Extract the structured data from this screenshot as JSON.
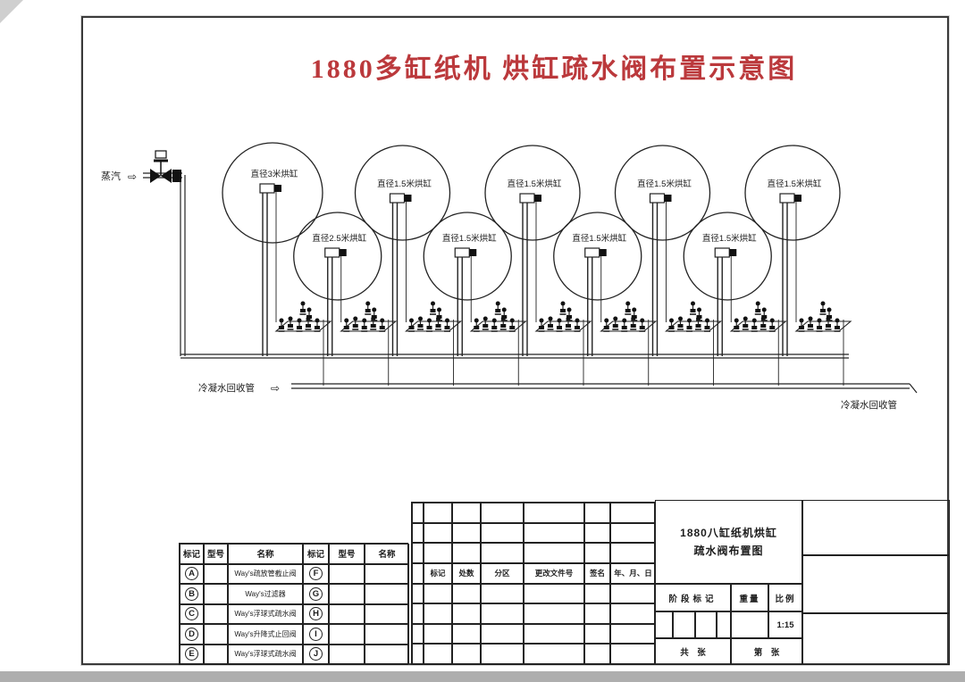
{
  "title": "1880多缸纸机 烘缸疏水阀布置示意图",
  "diagram": {
    "steam_label": "蒸汽",
    "steam_arrow": "⇨",
    "condensate_label_left": "冷凝水回收管",
    "condensate_arrow_left": "⇨",
    "condensate_label_right": "冷凝水回收管",
    "cylinders": [
      {
        "label": "直径3米烘缸",
        "row": "top"
      },
      {
        "label": "直径2.5米烘缸",
        "row": "bottom"
      },
      {
        "label": "直径1.5米烘缸",
        "row": "top"
      },
      {
        "label": "直径1.5米烘缸",
        "row": "bottom"
      },
      {
        "label": "直径1.5米烘缸",
        "row": "top"
      },
      {
        "label": "直径1.5米烘缸",
        "row": "bottom"
      },
      {
        "label": "直径1.5米烘缸",
        "row": "top"
      },
      {
        "label": "直径1.5米烘缸",
        "row": "bottom"
      },
      {
        "label": "直径1.5米烘缸",
        "row": "top"
      }
    ]
  },
  "legend_table": {
    "headers": [
      "标记",
      "型号",
      "名称",
      "标记",
      "型号",
      "名称"
    ],
    "rows": [
      {
        "mark": "A",
        "model": "",
        "name": "Way's疏放管截止阀",
        "mark2": "F",
        "model2": "",
        "name2": ""
      },
      {
        "mark": "B",
        "model": "",
        "name": "Way's过滤器",
        "mark2": "G",
        "model2": "",
        "name2": ""
      },
      {
        "mark": "C",
        "model": "",
        "name": "Way's浮球式疏水阀",
        "mark2": "H",
        "model2": "",
        "name2": ""
      },
      {
        "mark": "D",
        "model": "",
        "name": "Way's升降式止回阀",
        "mark2": "I",
        "model2": "",
        "name2": ""
      },
      {
        "mark": "E",
        "model": "",
        "name": "Way's浮球式疏水阀",
        "mark2": "J",
        "model2": "",
        "name2": ""
      }
    ]
  },
  "revision_table": {
    "headers": [
      "标记",
      "处数",
      "分区",
      "更改文件号",
      "签名",
      "年、月、日"
    ]
  },
  "title_block": {
    "drawing_title_line1": "1880八缸纸机烘缸",
    "drawing_title_line2": "疏水阀布置图",
    "stage_label": "阶段标记",
    "weight_label": "重量",
    "scale_label": "比例",
    "scale_value": "1:15",
    "sheets_total_label": "共　张",
    "sheet_no_label": "第　张"
  },
  "colors": {
    "title_red": "#bb393c",
    "line": "#222222"
  }
}
